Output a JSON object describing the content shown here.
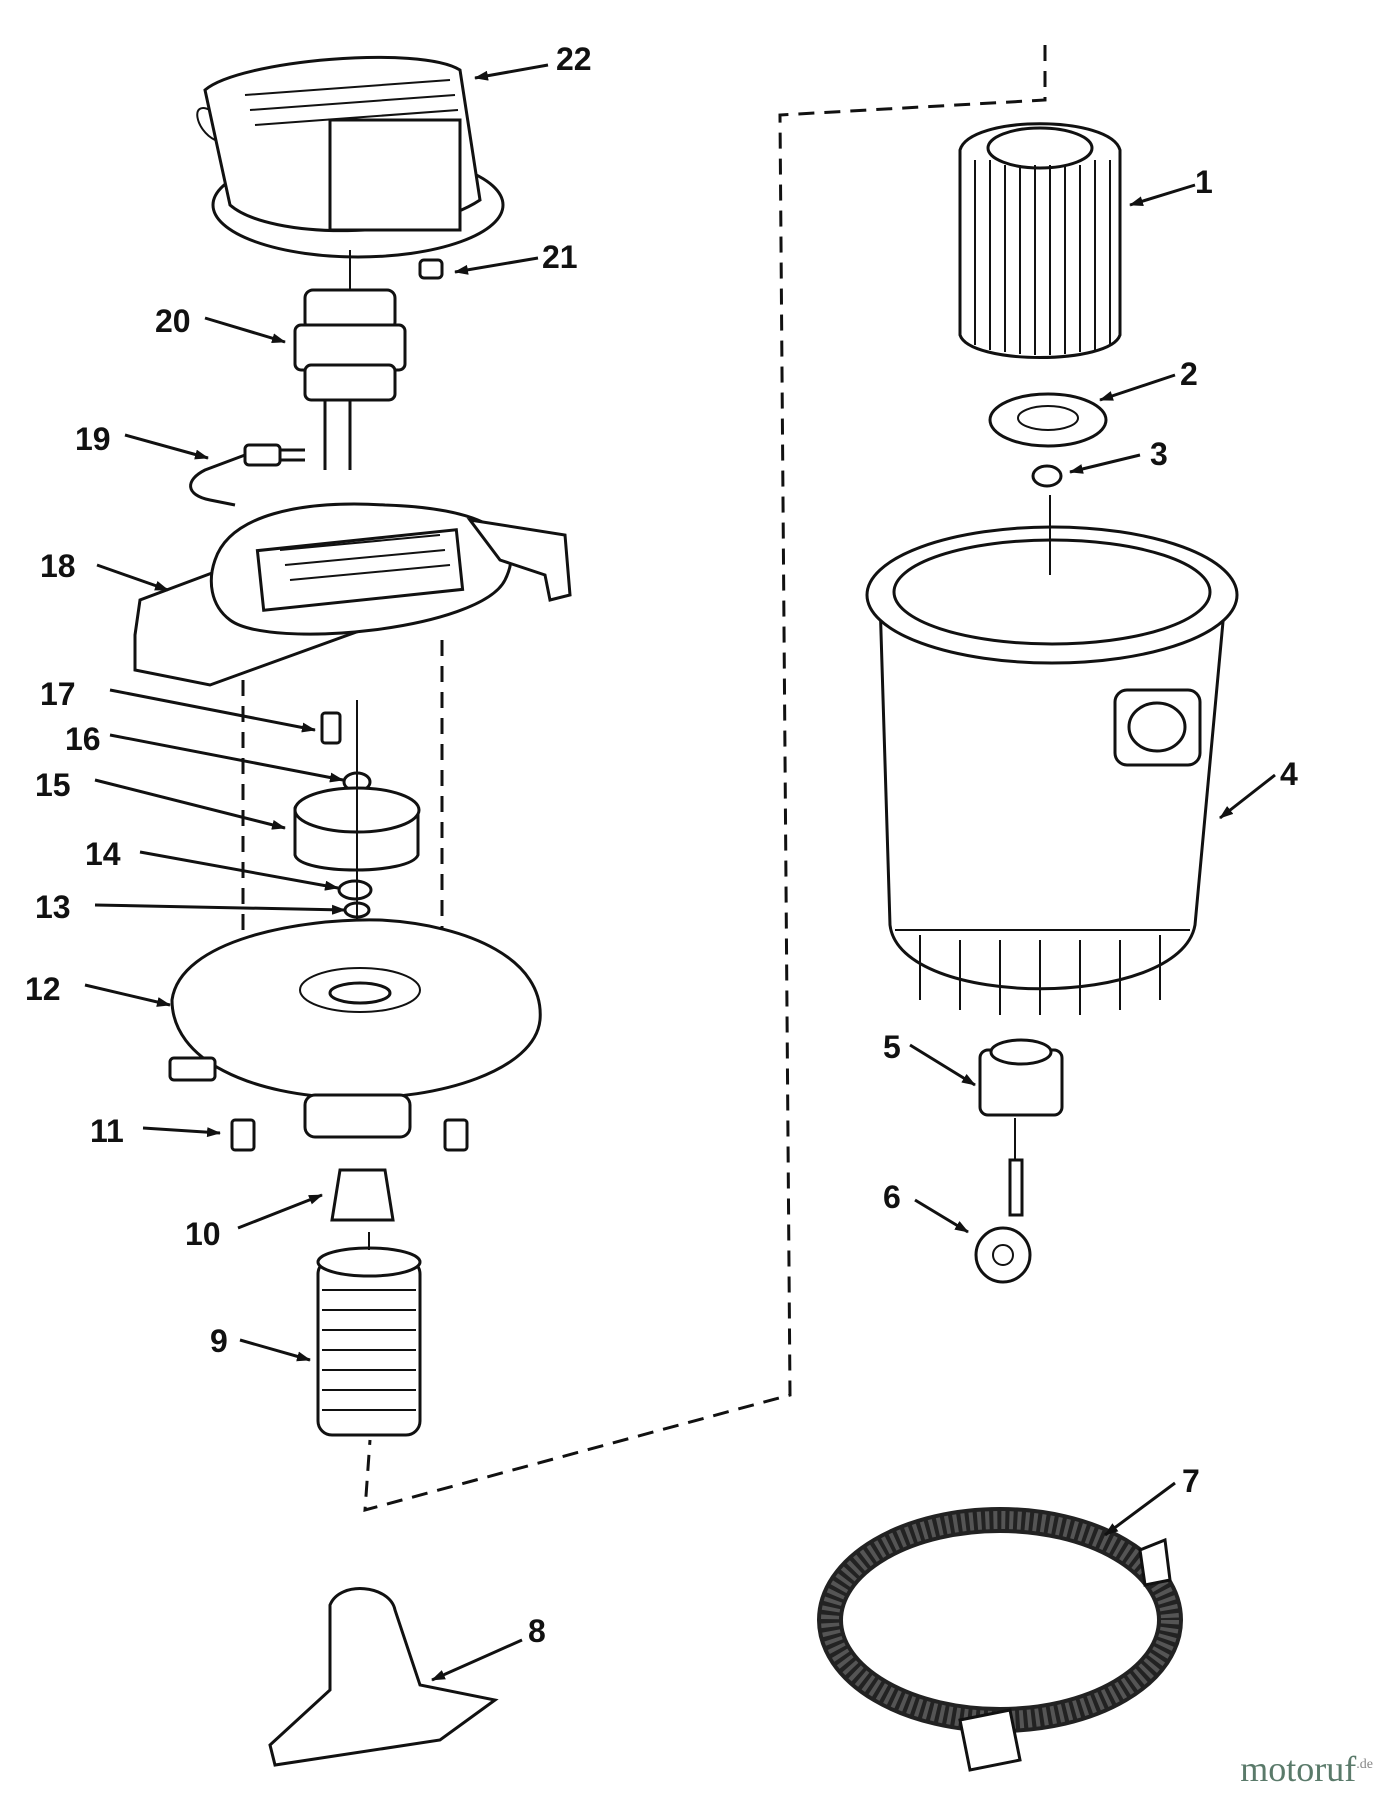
{
  "part_labels": {
    "p1": "1",
    "p2": "2",
    "p3": "3",
    "p4": "4",
    "p5": "5",
    "p6": "6",
    "p7": "7",
    "p8": "8",
    "p9": "9",
    "p10": "10",
    "p11": "11",
    "p12": "12",
    "p13": "13",
    "p14": "14",
    "p15": "15",
    "p16": "16",
    "p17": "17",
    "p18": "18",
    "p19": "19",
    "p20": "20",
    "p21": "21",
    "p22": "22"
  },
  "watermark": {
    "brand": "motoruf",
    "suffix": ".de"
  }
}
